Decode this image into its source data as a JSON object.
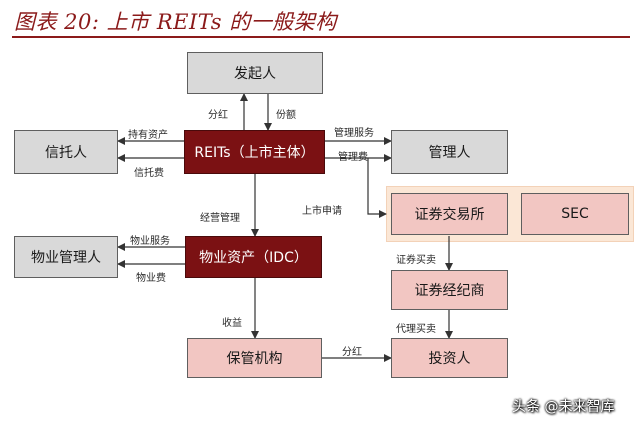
{
  "title": "图表 20: 上市 REITs 的一般架构",
  "nodes": {
    "sponsor": "发起人",
    "trustee": "信托人",
    "reit": "REITs（上市主体）",
    "manager": "管理人",
    "exchange": "证券交易所",
    "sec": "SEC",
    "property_manager": "物业管理人",
    "property_asset": "物业资产（IDC）",
    "broker": "证券经纪商",
    "custodian": "保管机构",
    "investor": "投资人"
  },
  "edges": {
    "dividend_top": "分红",
    "shares": "份额",
    "holds_assets": "持有资产",
    "trust_fee": "信托费",
    "mgmt_service": "管理服务",
    "mgmt_fee": "管理费",
    "listing_application": "上市申请",
    "operation_mgmt": "经营管理",
    "property_service": "物业服务",
    "property_fee": "物业费",
    "securities_trading": "证券买卖",
    "agency_trading": "代理买卖",
    "income": "收益",
    "dividend_bottom": "分红"
  },
  "watermark": "头条 @未来智库"
}
